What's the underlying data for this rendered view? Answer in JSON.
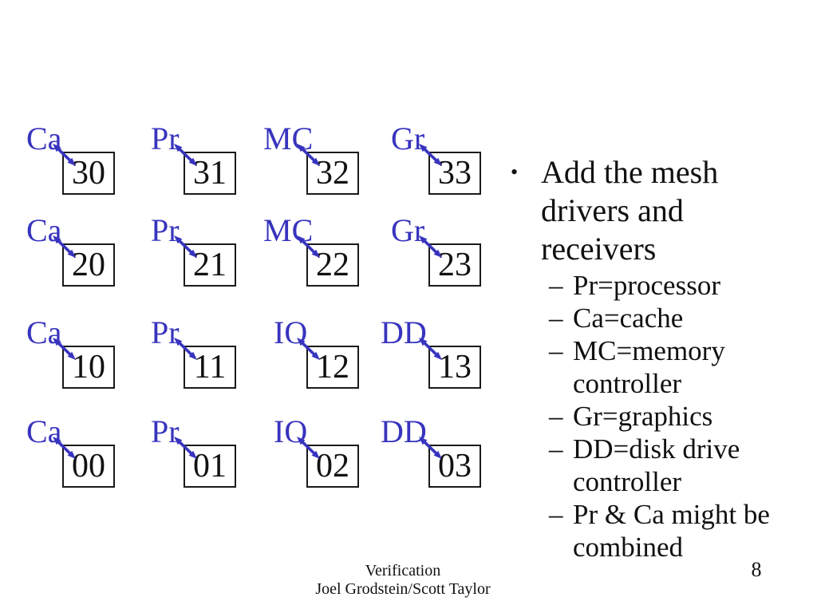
{
  "slide": {
    "background": "#ffffff",
    "accent_color": "#3834be",
    "text_color": "#111111",
    "mesh": {
      "connector_icon": "double-headed-arrow",
      "rows": [
        {
          "cells": [
            {
              "label": "Ca",
              "value": "30"
            },
            {
              "label": "Pr",
              "value": "31"
            },
            {
              "label": "MC",
              "value": "32"
            },
            {
              "label": "Gr",
              "value": "33"
            }
          ]
        },
        {
          "cells": [
            {
              "label": "Ca",
              "value": "20"
            },
            {
              "label": "Pr",
              "value": "21"
            },
            {
              "label": "MC",
              "value": "22"
            },
            {
              "label": "Gr",
              "value": "23"
            }
          ]
        },
        {
          "cells": [
            {
              "label": "Ca",
              "value": "10"
            },
            {
              "label": "Pr",
              "value": "11"
            },
            {
              "label": "IO",
              "value": "12"
            },
            {
              "label": "DD",
              "value": "13"
            }
          ]
        },
        {
          "cells": [
            {
              "label": "Ca",
              "value": "00"
            },
            {
              "label": "Pr",
              "value": "01"
            },
            {
              "label": "IO",
              "value": "02"
            },
            {
              "label": "DD",
              "value": "03"
            }
          ]
        }
      ]
    },
    "bullets": {
      "main": {
        "marker": "•",
        "lines": [
          "Add the mesh",
          "drivers and",
          "receivers"
        ]
      },
      "sub": [
        {
          "marker": "–",
          "lines": [
            "Pr=processor"
          ]
        },
        {
          "marker": "–",
          "lines": [
            "Ca=cache"
          ]
        },
        {
          "marker": "–",
          "lines": [
            "MC=memory",
            "controller"
          ]
        },
        {
          "marker": "–",
          "lines": [
            "Gr=graphics"
          ]
        },
        {
          "marker": "–",
          "lines": [
            "DD=disk drive",
            "controller"
          ]
        },
        {
          "marker": "–",
          "lines": [
            "Pr & Ca might be",
            "combined"
          ]
        }
      ]
    },
    "footer": {
      "title": "Verification",
      "authors": "Joel Grodstein/Scott Taylor",
      "page_number": "8"
    }
  }
}
